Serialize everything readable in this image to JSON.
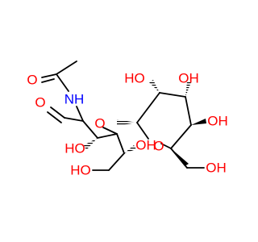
{
  "structure": {
    "labels": {
      "carbonyl_o": "O",
      "acetyl_o": "O",
      "nh": "NH",
      "c3_oh": "HO",
      "c4_oh": "OH",
      "c6_oh": "HO",
      "glyco_o": "O",
      "ring_o": "O",
      "r2_oh": "HO",
      "r3_oh": "OH",
      "r4_oh": "OH",
      "r6_oh": "OH"
    },
    "colors": {
      "bond": "#000000",
      "oxygen": "#ff0000",
      "nitrogen": "#0000ff"
    }
  }
}
